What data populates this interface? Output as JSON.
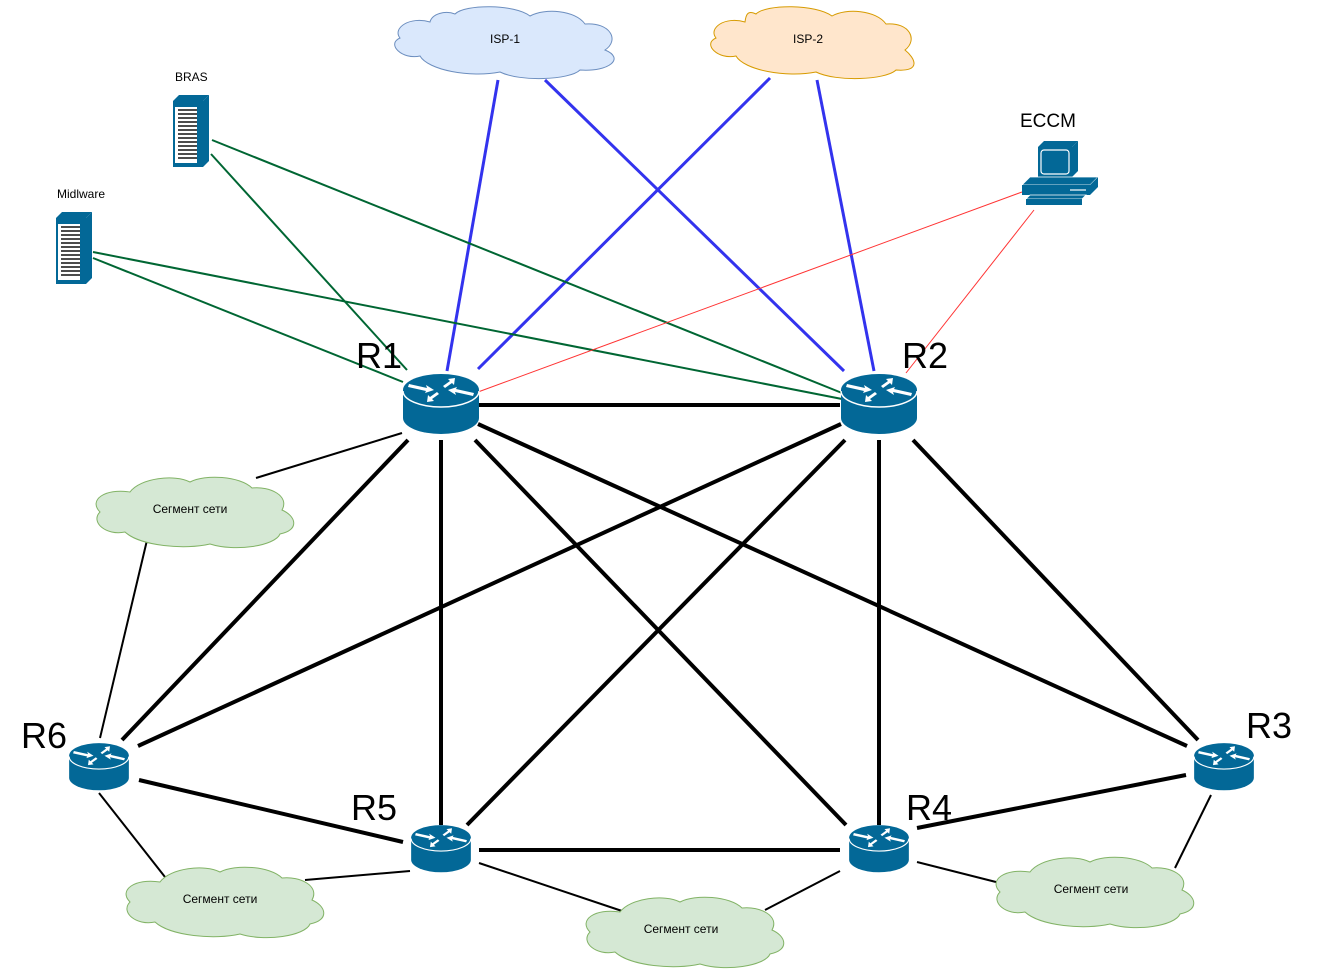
{
  "diagram": {
    "routers": [
      {
        "id": "R1",
        "label": "R1"
      },
      {
        "id": "R2",
        "label": "R2"
      },
      {
        "id": "R3",
        "label": "R3"
      },
      {
        "id": "R4",
        "label": "R4"
      },
      {
        "id": "R5",
        "label": "R5"
      },
      {
        "id": "R6",
        "label": "R6"
      }
    ],
    "isps": [
      {
        "id": "ISP1",
        "label": "ISP-1",
        "fill": "#dae8fc",
        "stroke": "#6c8ebf"
      },
      {
        "id": "ISP2",
        "label": "ISP-2",
        "fill": "#ffe6cc",
        "stroke": "#d79b00"
      }
    ],
    "segments": [
      {
        "id": "S1",
        "label": "Сегмент сети"
      },
      {
        "id": "S2",
        "label": "Сегмент сети"
      },
      {
        "id": "S3",
        "label": "Сегмент сети"
      },
      {
        "id": "S4",
        "label": "Сегмент сети"
      }
    ],
    "servers": [
      {
        "id": "BRAS",
        "label": "BRAS"
      },
      {
        "id": "MW",
        "label": "Midlware"
      }
    ],
    "workstation": {
      "id": "ECCM",
      "label": "ECCM"
    },
    "colors": {
      "device": "#036897",
      "core_link": "#000000",
      "isp_link": "#3333ee",
      "server_link": "#006633",
      "mgmt_link": "#ff3333",
      "segment_fill": "#d5e8d4",
      "segment_stroke": "#82b366"
    },
    "links": [
      {
        "from": "R1",
        "to": "R2",
        "type": "core"
      },
      {
        "from": "R1",
        "to": "R6",
        "type": "core"
      },
      {
        "from": "R1",
        "to": "R5",
        "type": "core"
      },
      {
        "from": "R1",
        "to": "R4",
        "type": "core"
      },
      {
        "from": "R1",
        "to": "R3",
        "type": "core"
      },
      {
        "from": "R2",
        "to": "R6",
        "type": "core"
      },
      {
        "from": "R2",
        "to": "R5",
        "type": "core"
      },
      {
        "from": "R2",
        "to": "R4",
        "type": "core"
      },
      {
        "from": "R2",
        "to": "R3",
        "type": "core"
      },
      {
        "from": "R6",
        "to": "R5",
        "type": "core"
      },
      {
        "from": "R5",
        "to": "R4",
        "type": "core"
      },
      {
        "from": "R4",
        "to": "R3",
        "type": "core"
      },
      {
        "from": "ISP1",
        "to": "R1",
        "type": "isp"
      },
      {
        "from": "ISP1",
        "to": "R2",
        "type": "isp"
      },
      {
        "from": "ISP2",
        "to": "R1",
        "type": "isp"
      },
      {
        "from": "ISP2",
        "to": "R2",
        "type": "isp"
      },
      {
        "from": "BRAS",
        "to": "R1",
        "type": "server"
      },
      {
        "from": "BRAS",
        "to": "R2",
        "type": "server"
      },
      {
        "from": "MW",
        "to": "R1",
        "type": "server"
      },
      {
        "from": "MW",
        "to": "R2",
        "type": "server"
      },
      {
        "from": "ECCM",
        "to": "R1",
        "type": "mgmt"
      },
      {
        "from": "ECCM",
        "to": "R2",
        "type": "mgmt"
      },
      {
        "from": "R1",
        "to": "S1",
        "type": "access"
      },
      {
        "from": "R6",
        "to": "S1",
        "type": "access"
      },
      {
        "from": "R6",
        "to": "S2",
        "type": "access"
      },
      {
        "from": "R5",
        "to": "S2",
        "type": "access"
      },
      {
        "from": "R5",
        "to": "S3",
        "type": "access"
      },
      {
        "from": "R4",
        "to": "S3",
        "type": "access"
      },
      {
        "from": "R4",
        "to": "S4",
        "type": "access"
      },
      {
        "from": "R3",
        "to": "S4",
        "type": "access"
      }
    ]
  }
}
